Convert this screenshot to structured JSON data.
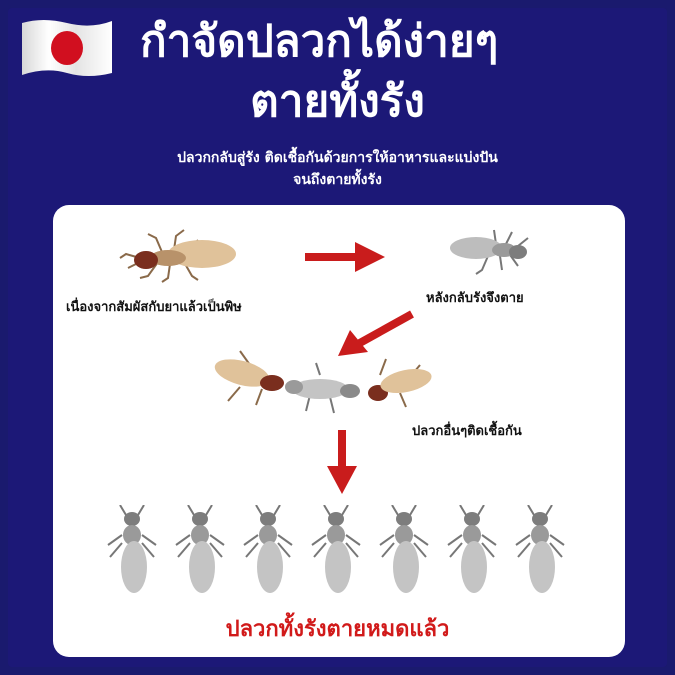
{
  "header": {
    "flag_icon": "japan-flag-icon",
    "title_line1": "กำจัดปลวกได้ง่ายๆ",
    "title_line2": "ตายทั้งรัง",
    "subtitle_line1": "ปลวกกลับสู่รัง ติดเชื้อกันด้วยการให้อาหารและแบ่งปัน",
    "subtitle_line2": "จนถึงตายทั้งรัง"
  },
  "steps": {
    "step1": "เนื่องจากสัมผัสกับยาแล้วเป็นพิษ",
    "step2": "หลังกลับรังจึงตาย",
    "step3": "ปลวกอื่นๆติดเชื้อกัน",
    "result": "ปลวกทั้งรังตายหมดแล้ว"
  },
  "colors": {
    "background": "#1c1877",
    "panel": "#ffffff",
    "arrow": "#c91c1c",
    "result_text": "#d11a1a",
    "flag_red": "#d10f1f"
  }
}
